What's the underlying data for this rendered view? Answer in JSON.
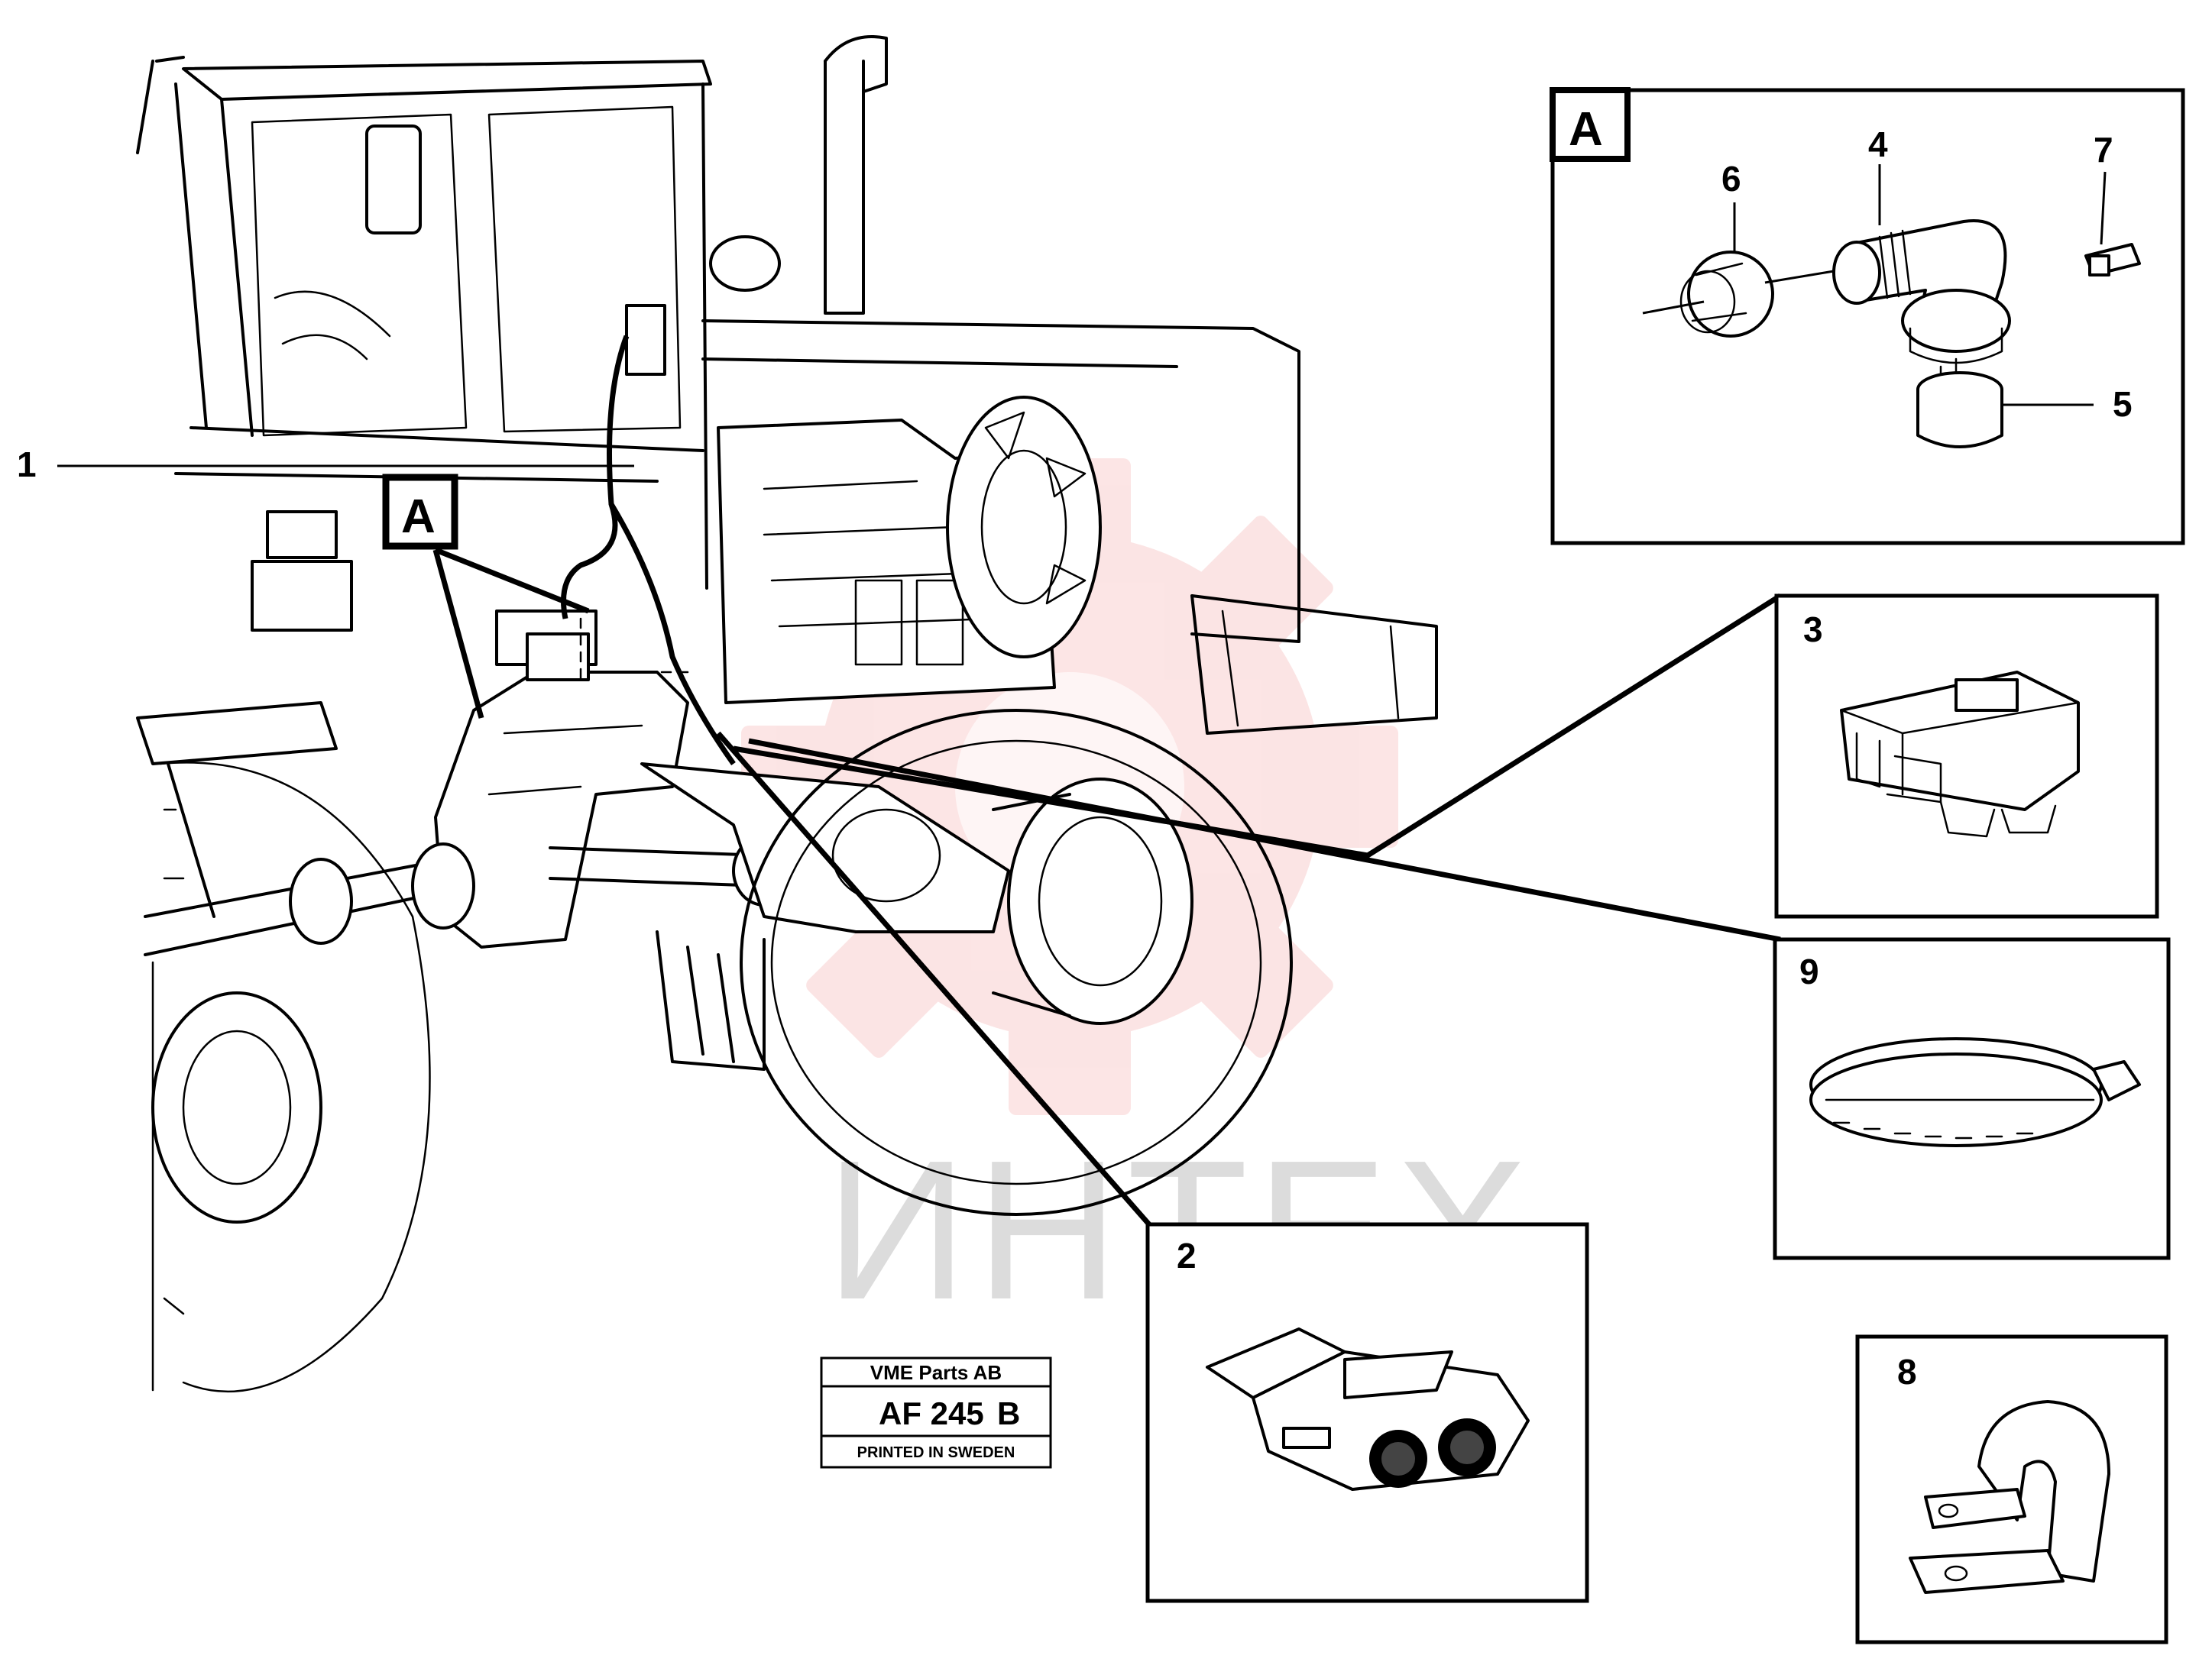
{
  "callouts": {
    "item_1": "1",
    "item_2": "2",
    "item_3": "3",
    "item_4": "4",
    "item_5": "5",
    "item_6": "6",
    "item_7": "7",
    "item_8": "8",
    "item_9": "9",
    "detail_a_marker": "A",
    "detail_a_header": "A"
  },
  "stamp": {
    "company": "VME Parts AB",
    "code": "AF 245",
    "revision": "B",
    "printed": "PRINTED IN SWEDEN"
  },
  "watermark": {
    "text": "ИНТЕХ",
    "color": "#e53935"
  }
}
